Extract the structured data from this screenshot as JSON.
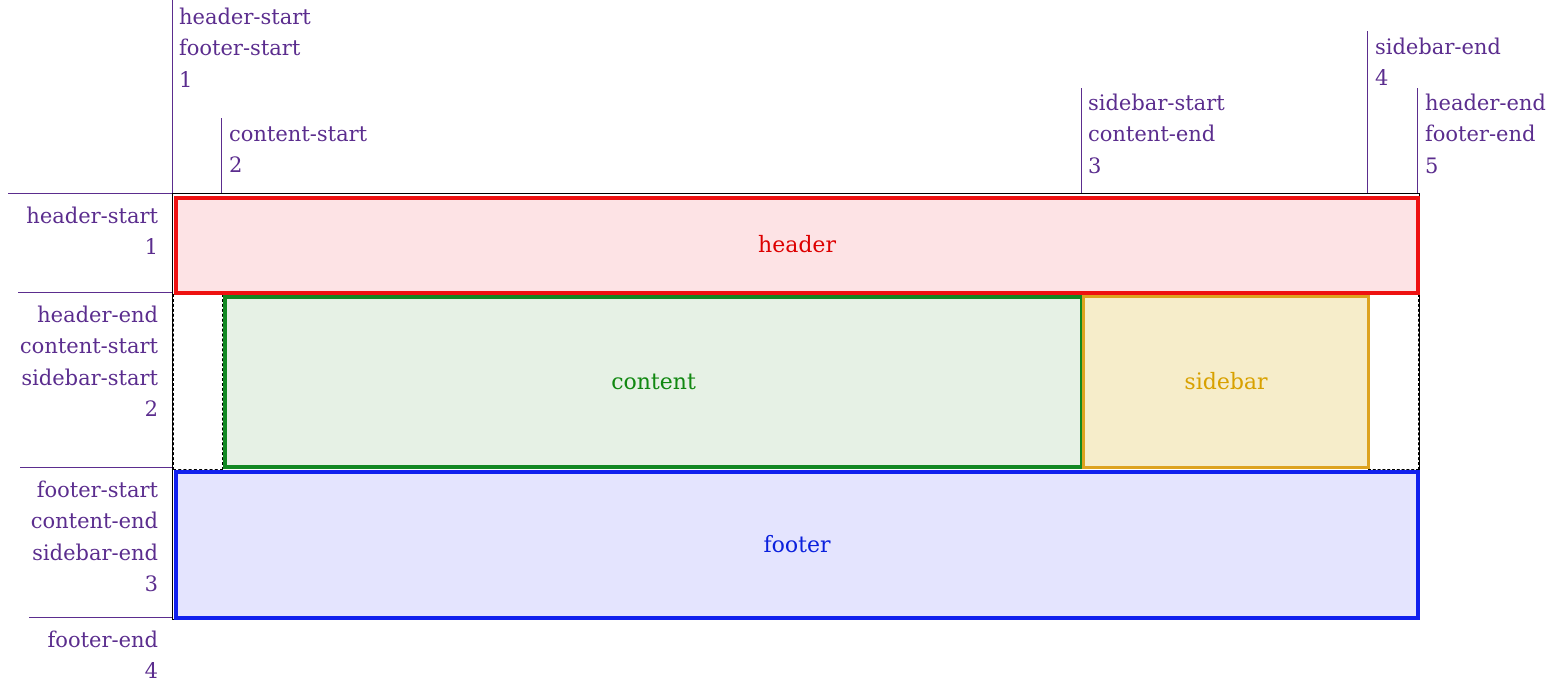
{
  "column_lines": [
    {
      "names": [
        "header-start",
        "footer-start"
      ],
      "number": "1"
    },
    {
      "names": [
        "content-start"
      ],
      "number": "2"
    },
    {
      "names": [
        "sidebar-start",
        "content-end"
      ],
      "number": "3"
    },
    {
      "names": [
        "sidebar-end"
      ],
      "number": "4"
    },
    {
      "names": [
        "header-end",
        "footer-end"
      ],
      "number": "5"
    }
  ],
  "row_lines": [
    {
      "names": [
        "header-start"
      ],
      "number": "1"
    },
    {
      "names": [
        "header-end",
        "content-start",
        "sidebar-start"
      ],
      "number": "2"
    },
    {
      "names": [
        "footer-start",
        "content-end",
        "sidebar-end"
      ],
      "number": "3"
    },
    {
      "names": [
        "footer-end"
      ],
      "number": "4"
    }
  ],
  "areas": {
    "header": {
      "label": "header",
      "border": "#ee1111",
      "fill": "#fde3e5",
      "text": "#dd0000"
    },
    "content": {
      "label": "content",
      "border": "#118822",
      "fill": "#e6f1e5",
      "text": "#118811"
    },
    "sidebar": {
      "label": "sidebar",
      "border": "#dda320",
      "fill": "#f6edca",
      "text": "#d8a100"
    },
    "footer": {
      "label": "footer",
      "border": "#1020ee",
      "fill": "#e4e4fe",
      "text": "#0a20dd"
    }
  },
  "colors": {
    "line_label": "#5b2d8e",
    "grid_outline": "#000000"
  }
}
